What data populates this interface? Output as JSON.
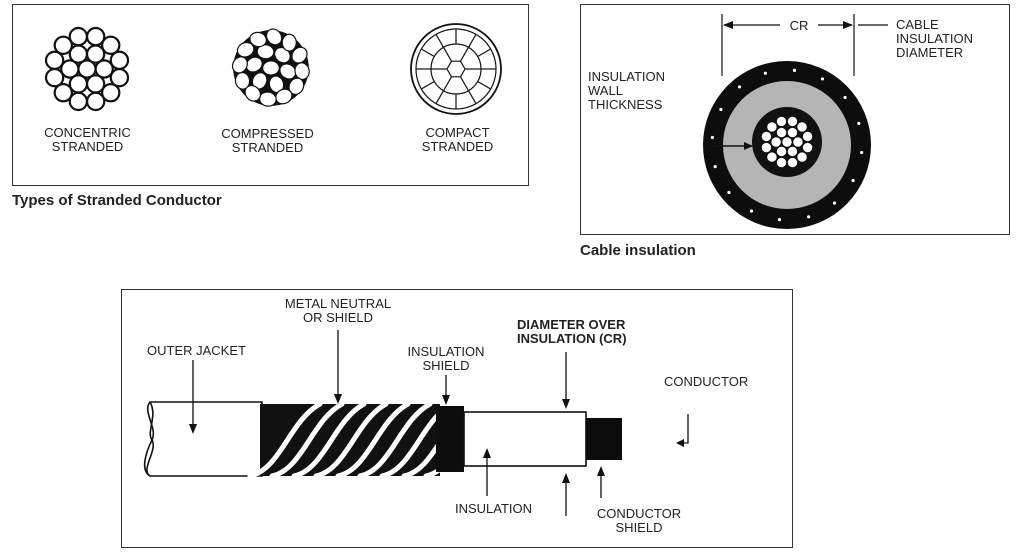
{
  "stranded_panel": {
    "caption": "Types of Stranded Conductor",
    "concentric_label": "CONCENTRIC\nSTRANDED",
    "compressed_label": "COMPRESSED\nSTRANDED",
    "compact_label": "COMPACT\nSTRANDED"
  },
  "insulation_panel": {
    "caption": "Cable insulation",
    "cr_label": "CR",
    "diameter_label": "CABLE\nINSULATION\nDIAMETER",
    "wall_label": "INSULATION\nWALL\nTHICKNESS"
  },
  "cable_panel": {
    "outer_jacket": "OUTER JACKET",
    "metal_neutral": "METAL NEUTRAL\nOR SHIELD",
    "insulation_shield": "INSULATION\nSHIELD",
    "diameter_over": "DIAMETER OVER\nINSULATION (CR)",
    "conductor": "CONDUCTOR",
    "insulation": "INSULATION",
    "conductor_shield": "CONDUCTOR\nSHIELD"
  },
  "colors": {
    "ink": "#111111",
    "insulation_gray": "#b5b5b5",
    "jacket_black": "#0d0d0d"
  }
}
